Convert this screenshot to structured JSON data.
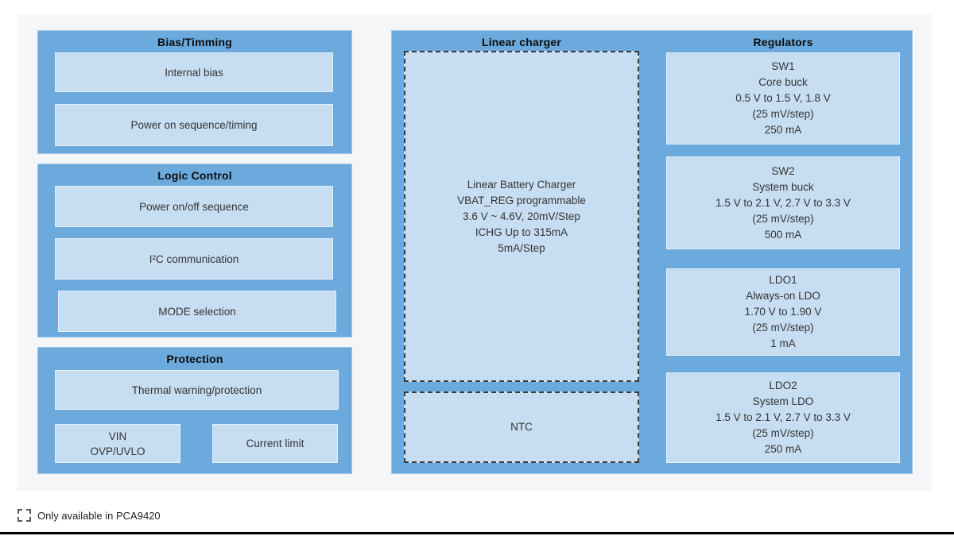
{
  "colors": {
    "block_blue": "#6ca9dc",
    "box_light_blue": "#c6ddf2",
    "panel_gray": "#f4f6f8"
  },
  "bias": {
    "title": "Bias/Timming",
    "items": [
      "Internal bias",
      "Power on sequence/timing"
    ]
  },
  "logic": {
    "title": "Logic Control",
    "items": [
      "Power on/off sequence",
      "I²C communication",
      "MODE selection"
    ]
  },
  "protection": {
    "title": "Protection",
    "thermal": "Thermal warning/protection",
    "vin_lines": [
      "VIN",
      "OVP/UVLO"
    ],
    "current": "Current limit"
  },
  "linear_charger": {
    "title": "Linear charger",
    "charger_lines": [
      "Linear Battery Charger",
      "VBAT_REG programmable",
      "3.6 V ~ 4.6V, 20mV/Step",
      "ICHG Up to 315mA",
      "5mA/Step"
    ],
    "ntc": "NTC"
  },
  "regulators": {
    "title": "Regulators",
    "sw1_lines": [
      "SW1",
      "Core buck",
      "0.5 V to 1.5 V, 1.8 V",
      "(25 mV/step)",
      "250 mA"
    ],
    "sw2_lines": [
      "SW2",
      "System buck",
      "1.5 V to 2.1 V, 2.7 V to 3.3 V",
      "(25 mV/step)",
      "500 mA"
    ],
    "ldo1_lines": [
      "LDO1",
      "Always-on LDO",
      "1.70 V to 1.90 V",
      "(25 mV/step)",
      "1 mA"
    ],
    "ldo2_lines": [
      "LDO2",
      "System LDO",
      "1.5 V to 2.1 V, 2.7 V to 3.3 V",
      "(25 mV/step)",
      "250 mA"
    ]
  },
  "legend": {
    "label": "Only available in PCA9420"
  }
}
